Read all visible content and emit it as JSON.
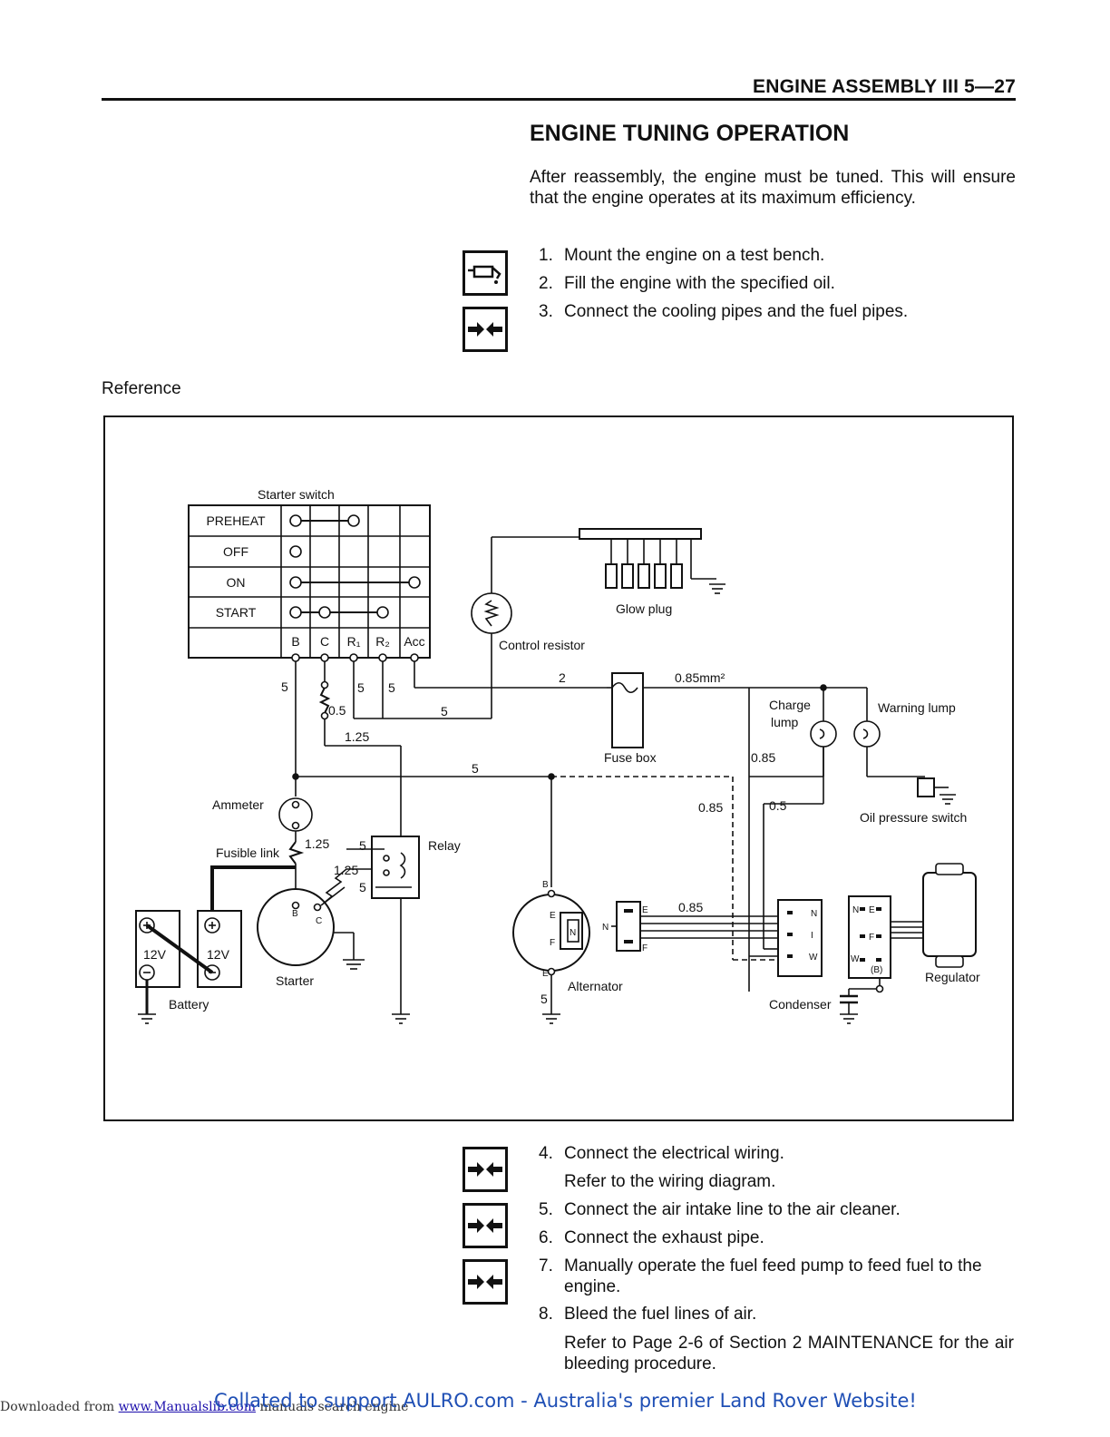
{
  "header": {
    "title": "ENGINE ASSEMBLY III 5—27"
  },
  "section": {
    "title": "ENGINE TUNING OPERATION",
    "intro": "After reassembly, the engine must be tuned.  This will ensure that the engine operates at its maximum efficiency."
  },
  "steps_top": [
    {
      "num": "1.",
      "text": "Mount the engine on a test bench."
    },
    {
      "num": "2.",
      "text": "Fill the engine with the specified oil."
    },
    {
      "num": "3.",
      "text": "Connect the cooling pipes and the fuel pipes."
    }
  ],
  "reference_label": "Reference",
  "diagram": {
    "starter_switch": {
      "title": "Starter switch",
      "rows": [
        "PREHEAT",
        "OFF",
        "ON",
        "START"
      ],
      "terminals": [
        "B",
        "C",
        "R₁",
        "R₂",
        "Acc"
      ]
    },
    "labels": {
      "glow_plug": "Glow plug",
      "control_resistor": "Control resistor",
      "fuse_box": "Fuse box",
      "charge_lump_1": "Charge",
      "charge_lump_2": "lump",
      "warning_lump": "Warning lump",
      "oil_pressure_switch": "Oil pressure switch",
      "ammeter": "Ammeter",
      "fusible_link": "Fusible link",
      "relay": "Relay",
      "battery": "Battery",
      "starter": "Starter",
      "alternator": "Alternator",
      "condenser": "Condenser",
      "regulator": "Regulator",
      "volt_1": "12V",
      "volt_2": "12V"
    },
    "wire_sizes": {
      "w_5a": "5",
      "w_5b": "5",
      "w_5c": "5",
      "w_5d": "5",
      "w_5e": "5",
      "w_05": "0.5",
      "w_125a": "1.25",
      "w_2": "2",
      "w_085mm": "0.85mm²",
      "w_085a": "0.85",
      "w_085b": "0.85",
      "w_085c": "0.85",
      "w_05b": "0.5",
      "w_125b": "1.25",
      "w_125c": "1.25",
      "w_5f": "5",
      "w_5g": "5",
      "w_5h": "5"
    },
    "terminal_letters": {
      "B": "B",
      "E": "E",
      "F": "F",
      "N": "N",
      "I": "I",
      "W": "W",
      "C": "C",
      "Bp": "(B)"
    }
  },
  "steps_bottom": [
    {
      "num": "4.",
      "text": "Connect the electrical wiring."
    },
    {
      "num": "5.",
      "text": "Connect the air intake line to the air cleaner."
    },
    {
      "num": "6.",
      "text": "Connect the exhaust pipe."
    },
    {
      "num": "7.",
      "text": "Manually operate the fuel feed pump to feed fuel to the engine."
    },
    {
      "num": "8.",
      "text": "Bleed the fuel lines of air."
    }
  ],
  "notes": {
    "wiring": "Refer to the wiring diagram.",
    "bleeding": "Refer to Page 2-6 of Section 2 MAINTENANCE for the air bleeding procedure."
  },
  "footer": {
    "downloaded": "Downloaded from",
    "site": "www.Manualslib.com",
    "search": "manuals search engine",
    "collated": "Collated to support AULRO.com - Australia's premier Land Rover Website!"
  }
}
